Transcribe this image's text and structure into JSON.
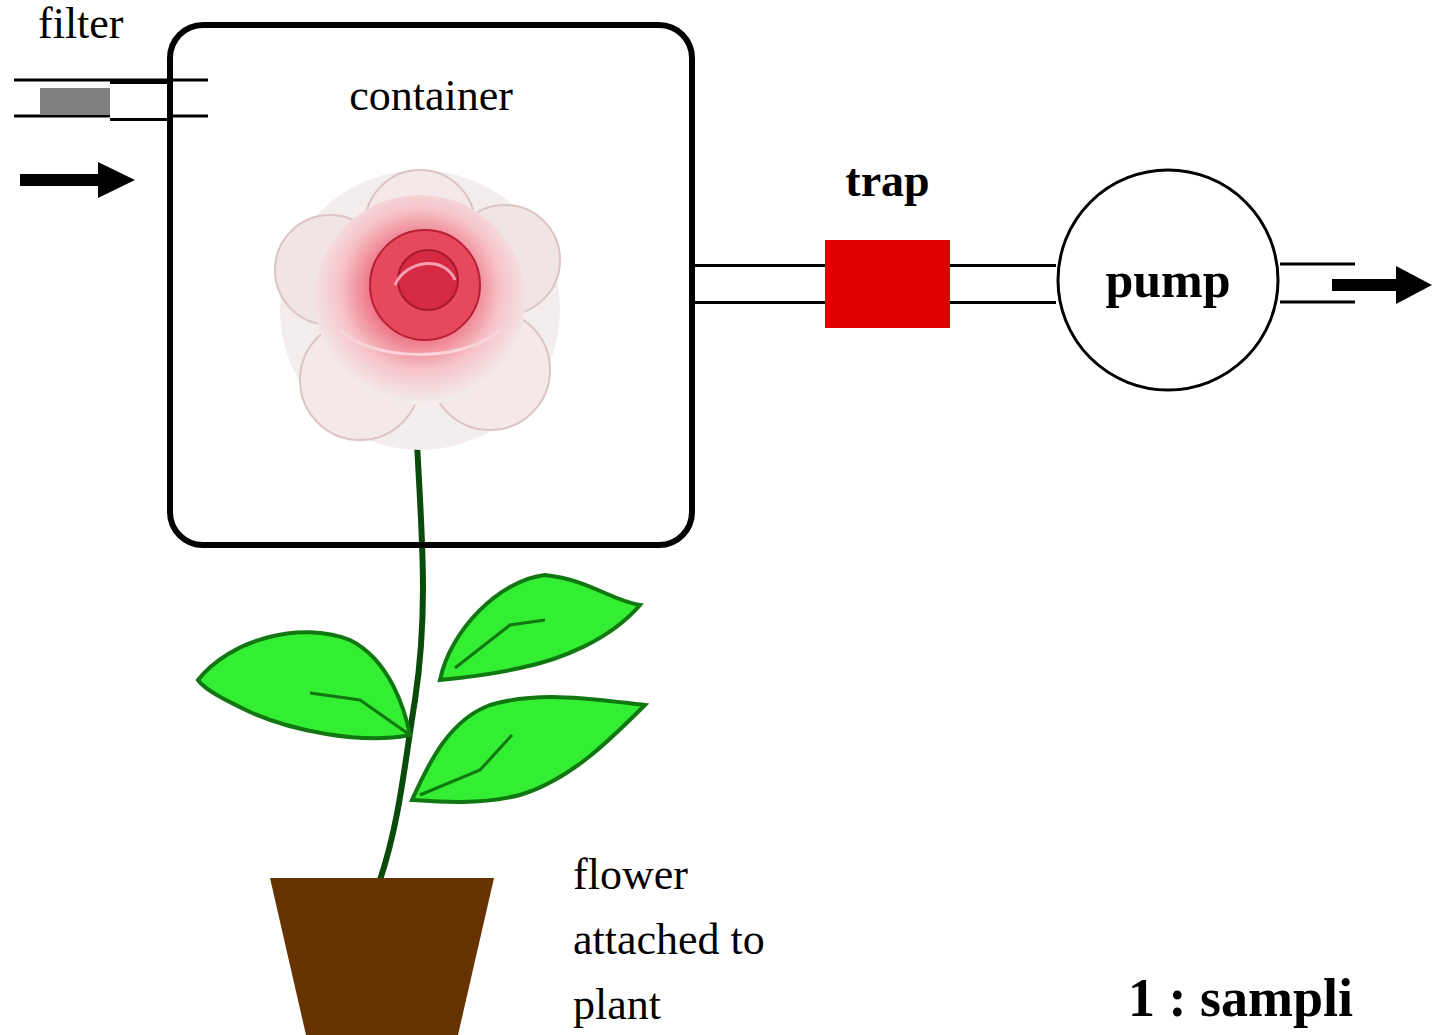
{
  "diagram": {
    "nodes": [
      {
        "text": [
          "filter"
        ]
      },
      {
        "text": [
          "container"
        ]
      },
      {
        "text": [
          "trap"
        ]
      },
      {
        "text": [
          "pump"
        ]
      }
    ],
    "edges": [
      {
        "from": 0,
        "to": 1,
        "arrow": "none"
      },
      {
        "from": 1,
        "to": 2,
        "arrow": "none"
      },
      {
        "from": 2,
        "to": 3,
        "arrow": "none"
      }
    ],
    "labels": [
      "flower attached to plant",
      "1 : sampli"
    ]
  }
}
